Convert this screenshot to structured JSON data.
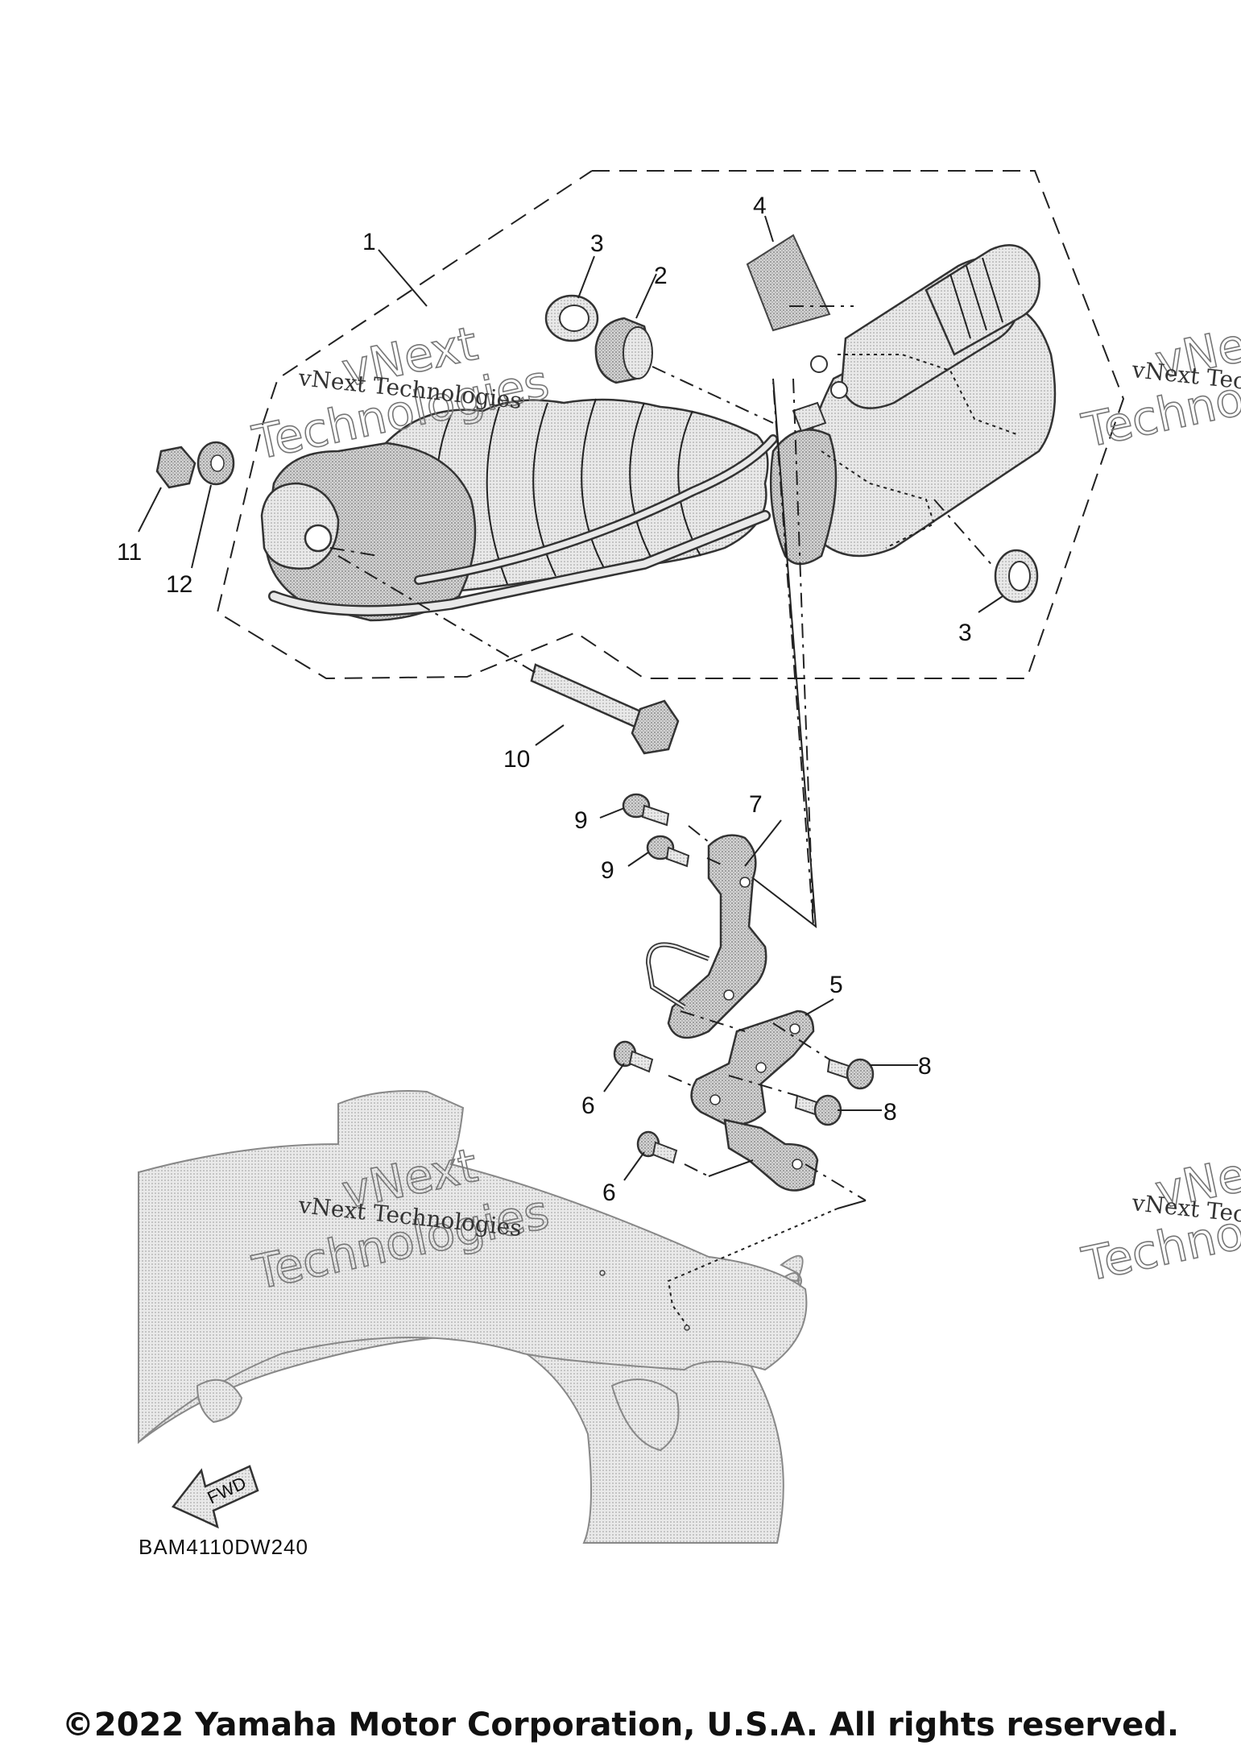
{
  "callouts": [
    "1",
    "2",
    "3",
    "4",
    "3",
    "11",
    "12",
    "10",
    "9",
    "9",
    "7",
    "5",
    "8",
    "8",
    "6",
    "6"
  ],
  "watermark": {
    "line1": "vNext Technologies",
    "big1": "vNext",
    "big2": "Technologies"
  },
  "fwd_label": "FWD",
  "diagram_code": "BAM4110DW240",
  "copyright": "©2022 Yamaha Motor Corporation, U.S.A. All rights reserved.",
  "colors": {
    "ink": "#111111",
    "frame_fill": "#e6e6e6",
    "part_fill": "#d2d2d2"
  }
}
